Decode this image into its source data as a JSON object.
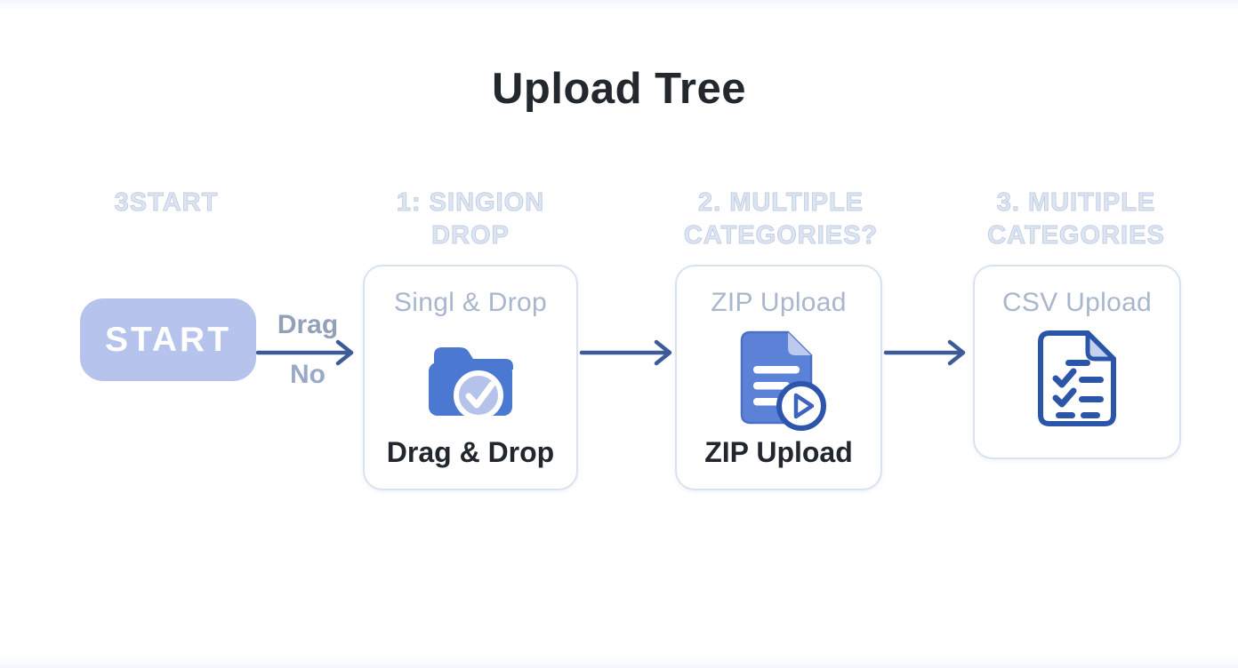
{
  "page": {
    "title": "Upload Tree"
  },
  "ghost_headers": [
    {
      "line1": "3START",
      "line2": ""
    },
    {
      "line1": "1: SINGION",
      "line2": "DROP"
    },
    {
      "line1": "2. MULTIPLE",
      "line2": "CATEGORIES?"
    },
    {
      "line1": "3. MUITIPLE",
      "line2": "CATEGORIES"
    }
  ],
  "flow": {
    "start_label": "START",
    "edge_labels": {
      "top": "Drag",
      "bottom": "No"
    },
    "nodes": [
      {
        "subtitle": "Singl & Drop",
        "icon": "folder-check-icon",
        "label": "Drag & Drop"
      },
      {
        "subtitle": "ZIP Upload",
        "icon": "document-play-icon",
        "label": "ZIP Upload"
      },
      {
        "subtitle": "CSV Upload",
        "icon": "document-checklist-icon",
        "label": ""
      }
    ]
  },
  "colors": {
    "title_text": "#23282e",
    "ghost_text": "#c3cfe4",
    "start_bg": "#b6c4ed",
    "arrow": "#3d5a99",
    "edge_label_top": "#93a0ba",
    "edge_label_bottom": "#9aa9c9",
    "box_border": "#dae2f0",
    "box_subtitle": "#a9b6cd",
    "box_label": "#22272e",
    "folder_blue": "#4b79d2",
    "badge_fill": "#b5c3ea",
    "doc_blue": "#5b82d7",
    "doc_fold": "#bdcaee",
    "outline_blue": "#2b55a8"
  }
}
